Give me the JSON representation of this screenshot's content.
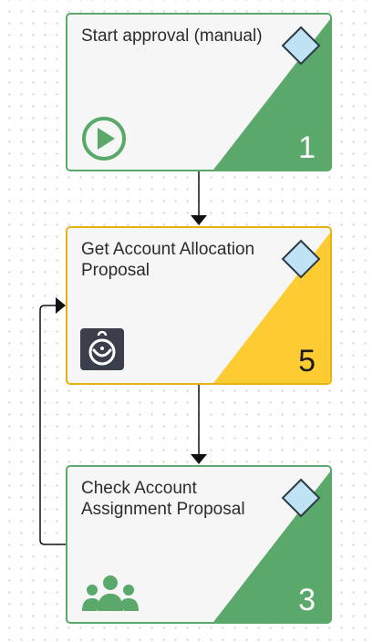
{
  "colors": {
    "green": "#5aa86a",
    "green_border": "#5aa86a",
    "yellow": "#fdcc33",
    "yellow_border": "#e9b213",
    "card_bg": "#f6f6f6",
    "diamond_fill": "#bfe3f5",
    "diamond_stroke": "#2b3a45",
    "connector": "#111111"
  },
  "nodes": [
    {
      "title": "Start approval (manual)",
      "number": "1",
      "status": "green",
      "icon": "play-circle-icon"
    },
    {
      "title": "Get Account Allocation Proposal",
      "number": "5",
      "status": "yellow",
      "icon": "bot-face-icon"
    },
    {
      "title": "Check Account Assignment Proposal",
      "number": "3",
      "status": "green",
      "icon": "user-group-icon"
    }
  ],
  "edges": [
    {
      "from": "Start approval (manual)",
      "to": "Get Account Allocation Proposal"
    },
    {
      "from": "Get Account Allocation Proposal",
      "to": "Check Account Assignment Proposal"
    },
    {
      "from": "Check Account Assignment Proposal",
      "to": "Get Account Allocation Proposal",
      "type": "loop-back"
    }
  ]
}
